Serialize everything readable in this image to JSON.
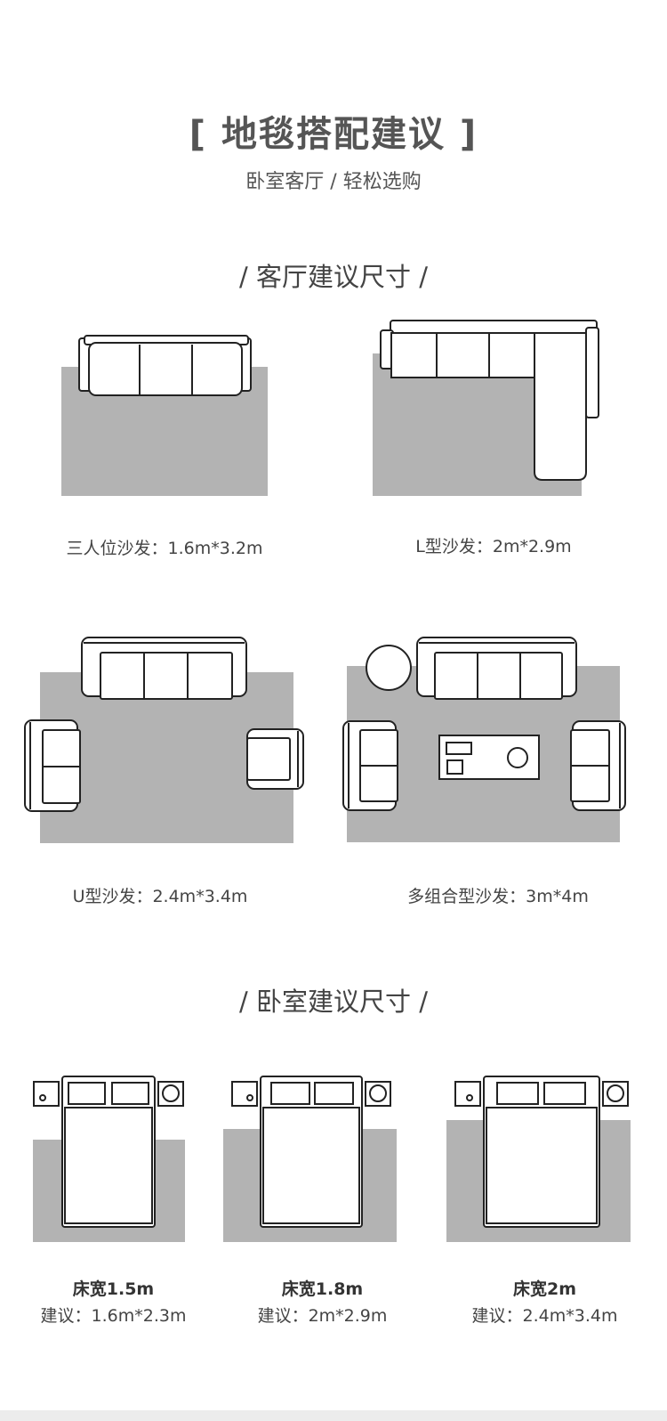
{
  "header": {
    "title": "[ 地毯搭配建议 ]",
    "subtitle": "卧室客厅  /  轻松选购"
  },
  "living_room": {
    "section_title": "/ 客厅建议尺寸 /",
    "items": [
      {
        "caption": "三人位沙发：1.6m*3.2m"
      },
      {
        "caption": "L型沙发：2m*2.9m"
      },
      {
        "caption": "U型沙发：2.4m*3.4m"
      },
      {
        "caption": "多组合型沙发：3m*4m"
      }
    ]
  },
  "bedroom": {
    "section_title": "/ 卧室建议尺寸 /",
    "items": [
      {
        "bed_width": "床宽1.5m",
        "suggestion": "建议：1.6m*2.3m"
      },
      {
        "bed_width": "床宽1.8m",
        "suggestion": "建议：2m*2.9m"
      },
      {
        "bed_width": "床宽2m",
        "suggestion": "建议：2.4m*3.4m"
      }
    ]
  },
  "colors": {
    "rug": "#b3b3b3",
    "outline": "#222222"
  }
}
